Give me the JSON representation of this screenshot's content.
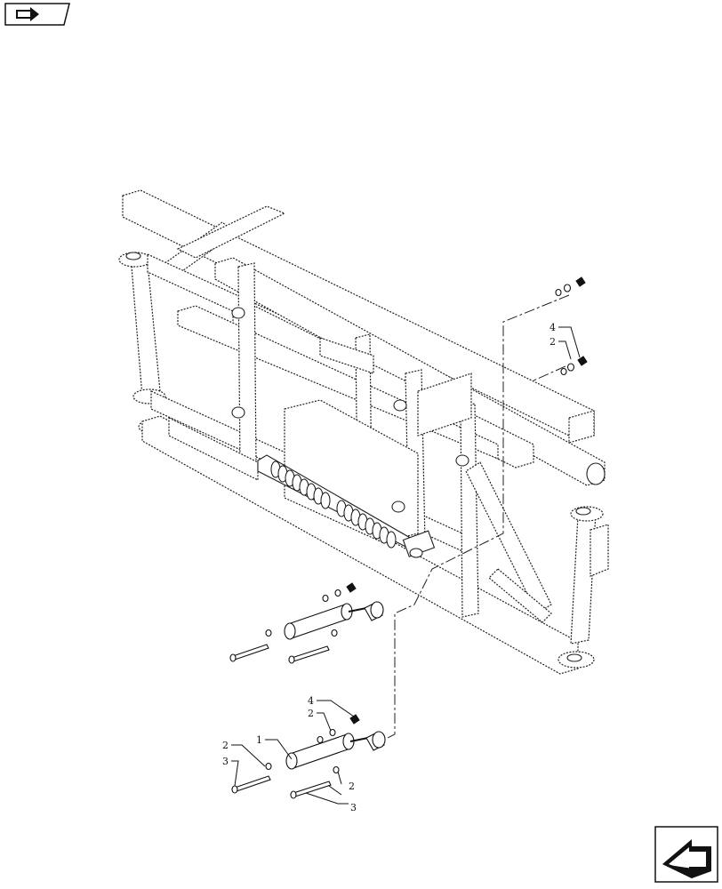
{
  "icons": {
    "top_left": "book-arrow-icon",
    "bottom_right": "next-page-arrow-icon"
  },
  "callouts": [
    {
      "id": "c1",
      "text": "4"
    },
    {
      "id": "c2",
      "text": "2"
    },
    {
      "id": "c3",
      "text": "4"
    },
    {
      "id": "c4",
      "text": "2"
    },
    {
      "id": "c5",
      "text": "2"
    },
    {
      "id": "c6",
      "text": "3"
    },
    {
      "id": "c7",
      "text": "1"
    },
    {
      "id": "c8",
      "text": "2"
    },
    {
      "id": "c9",
      "text": "3"
    }
  ]
}
